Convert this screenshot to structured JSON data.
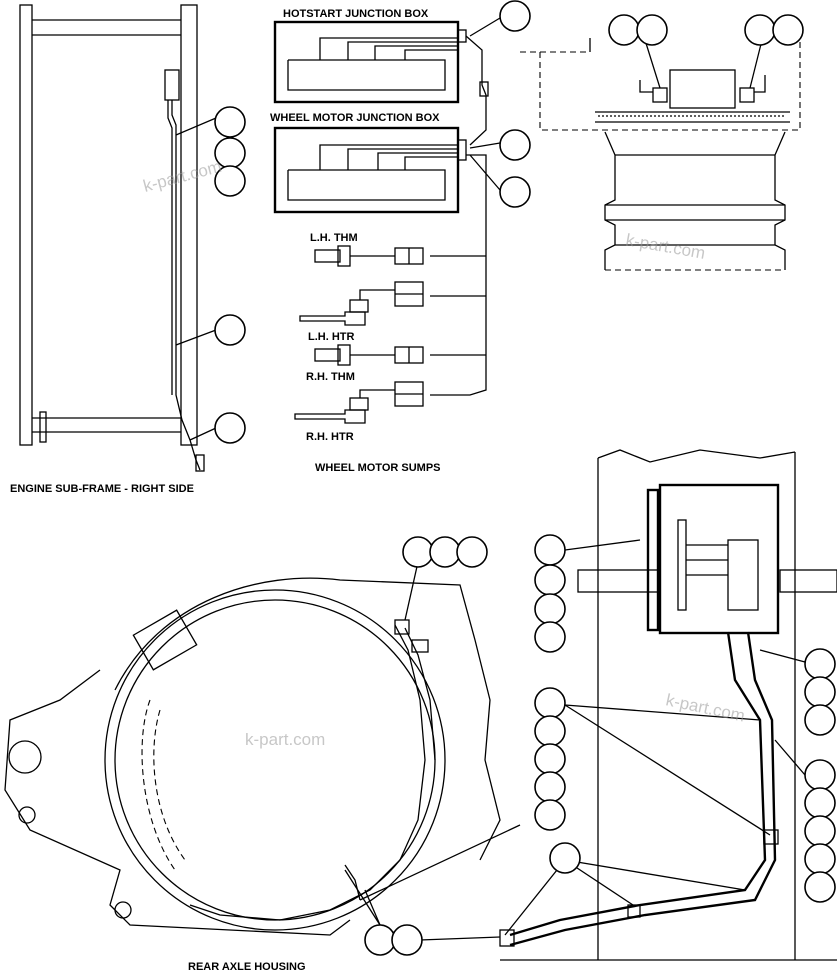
{
  "labels": {
    "hotstart_box": "HOTSTART JUNCTION BOX",
    "wheel_motor_box": "WHEEL MOTOR JUNCTION BOX",
    "lh_thm": "L.H. THM",
    "lh_htr": "L.H. HTR",
    "rh_thm": "R.H. THM",
    "rh_htr": "R.H. HTR",
    "wheel_motor_sumps": "WHEEL MOTOR SUMPS",
    "engine_subframe": "ENGINE SUB-FRAME - RIGHT SIDE",
    "rear_axle_housing": "REAR AXLE HOUSING"
  },
  "watermark": {
    "text": "k-part.com"
  }
}
